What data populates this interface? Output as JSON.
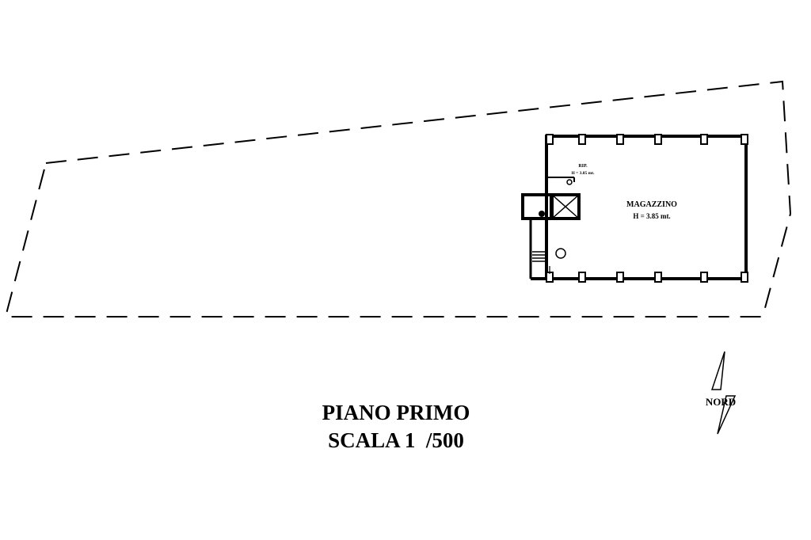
{
  "plan": {
    "room_name": "MAGAZZINO",
    "room_height": "H = 3.85 mt.",
    "small_room_name": "RIP.",
    "small_room_height": "H = 3.85 mt."
  },
  "north_label": "NORD",
  "title": {
    "line1": "PIANO PRIMO",
    "line2": "SCALA 1  /500"
  }
}
